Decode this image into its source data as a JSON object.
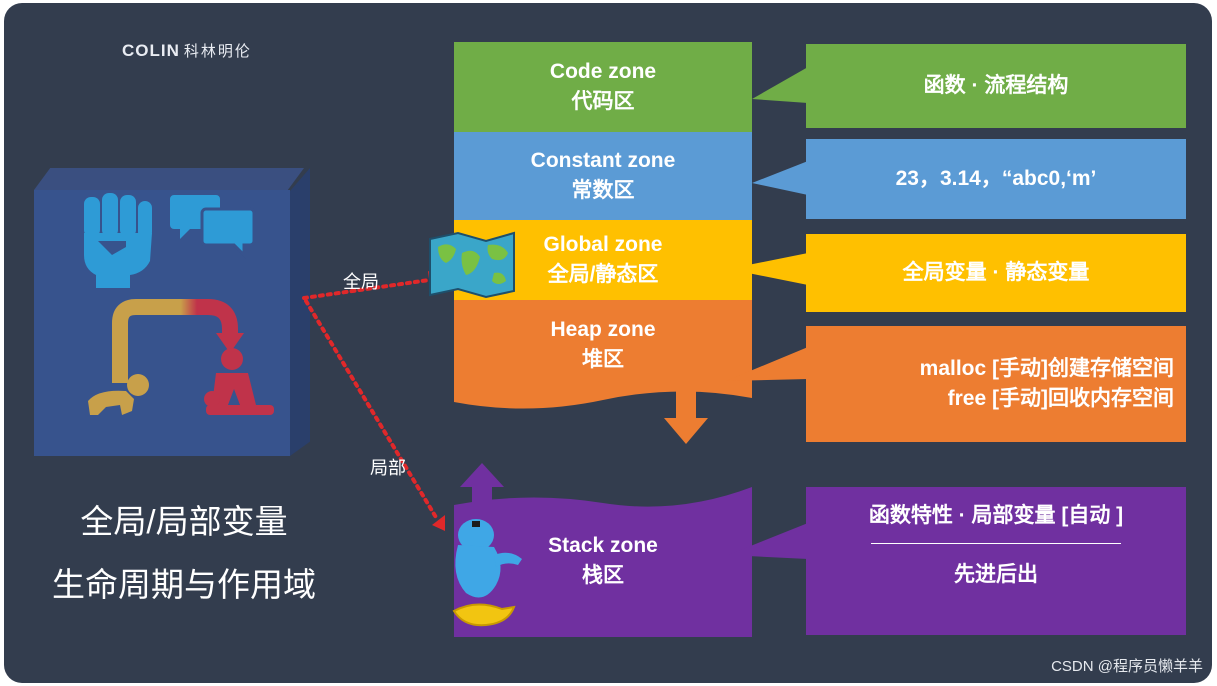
{
  "brand": {
    "logo_text": "COLIN",
    "logo_cn": "科林明伦"
  },
  "left_panel": {
    "title_line1": "全局/局部变量",
    "title_line2": "生命周期与作用域"
  },
  "arrows": {
    "global_label": "全局",
    "local_label": "局部"
  },
  "zones": [
    {
      "en": "Code zone",
      "cn": "代码区",
      "color": "#70ad47"
    },
    {
      "en": "Constant zone",
      "cn": "常数区",
      "color": "#5b9bd5"
    },
    {
      "en": "Global zone",
      "cn": "全局/静态区",
      "color": "#ffc000"
    },
    {
      "en": "Heap zone",
      "cn": "堆区",
      "color": "#ed7d31"
    },
    {
      "en": "Stack zone",
      "cn": "栈区",
      "color": "#7030a0"
    }
  ],
  "notes": {
    "code": "函数 · 流程结构",
    "constant": "23，3.14，“abc0,‘m’",
    "global": "全局变量 · 静态变量",
    "heap_line1": "malloc [手动]创建存储空间",
    "heap_line2": "free [手动]回收内存空间",
    "stack_line1": "函数特性 · 局部变量 [自动 ]",
    "stack_line2": "先进后出"
  },
  "watermark": "CSDN @程序员懒羊羊"
}
